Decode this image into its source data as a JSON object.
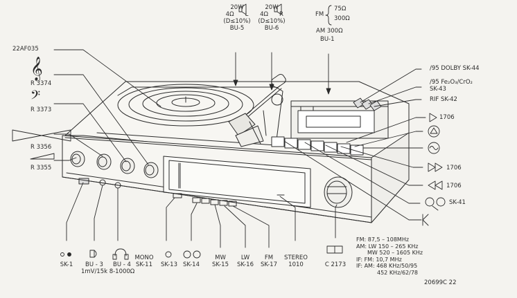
{
  "drawing_id": "20699C 22",
  "labels": {
    "model": "22AF035",
    "r3374": "R 3374",
    "r3373": "R 3373",
    "r3356": "R 3356",
    "r3355": "R 3355",
    "bu5": [
      "20W",
      "4Ω",
      "(D≤10%)",
      "BU-5"
    ],
    "bu5_ch": "L",
    "bu6": [
      "20W",
      "4Ω",
      "(D≤10%)",
      "BU-6"
    ],
    "bu6_ch": "R",
    "fm_prefix": "FM",
    "fm_75": "75Ω",
    "fm_300": "300Ω",
    "am": "AM 300Ω",
    "bu1": "BU-1",
    "sk44": "/95 DOLBY SK-44",
    "sk43a": "/95 Fe₂O₃/CrO₂",
    "sk43b": "SK-43",
    "sk42": "RIF SK-42",
    "k1706_play": "1706",
    "k1706_ff": "1706",
    "k1706_rew": "1706",
    "sk41": "SK-41",
    "sk1": "SK-1",
    "bu3": [
      "BU - 3",
      "1mV/15k"
    ],
    "bu4": [
      "BU - 4",
      "8-1000Ω"
    ],
    "mono": [
      "MONO",
      "SK-11"
    ],
    "sk13": "SK-13",
    "sk14": "SK-14",
    "mw": [
      "MW",
      "SK-15"
    ],
    "lw": [
      "LW",
      "SK-16"
    ],
    "fm": [
      "FM",
      "SK-17"
    ],
    "stereo": [
      "STEREO",
      "1010"
    ],
    "c2173": "C 2173",
    "specs": [
      "FM: 87,5 – 108MHz",
      "AM: LW 150 – 265 KHz",
      "MW 520 – 1605 KHz",
      "IF: FM: 10,7 MHz",
      "IF: AM: 468 KHz/50/95",
      "452 KHz/62/78"
    ]
  }
}
